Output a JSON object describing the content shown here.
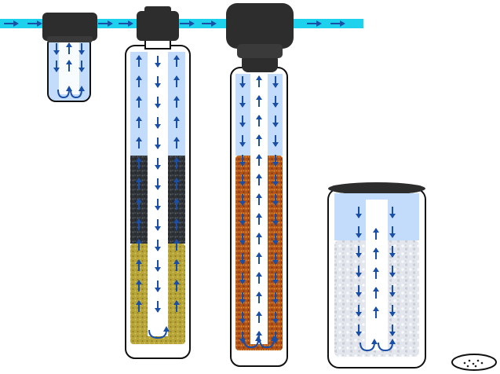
{
  "diagram": {
    "title": "",
    "colors": {
      "pipe": "#1ed2ee",
      "arrow": "#1a4fa8",
      "water": "#c4dcfb",
      "tube": "#ffffff",
      "housing_dark": "#2d2d2d",
      "outline": "#111111",
      "carbon": "#2e3236",
      "garnet_sand": "#b8a53a",
      "oxidizing_media": "#b0521a",
      "salt_crystals": "#e3e7ed"
    },
    "components": [
      {
        "id": "sediment-prefilter",
        "media_layers": [
          "water"
        ]
      },
      {
        "id": "carbon-filter-tank",
        "media_layers": [
          "water",
          "carbon",
          "garnet-sand"
        ]
      },
      {
        "id": "iron-filter-tank",
        "media_layers": [
          "water",
          "oxidizing-media"
        ]
      },
      {
        "id": "brine-tank",
        "media_layers": [
          "water",
          "salt"
        ]
      },
      {
        "id": "salt-dish",
        "media_layers": [
          "salt-pellets"
        ]
      }
    ],
    "flow_direction": "left-to-right"
  }
}
